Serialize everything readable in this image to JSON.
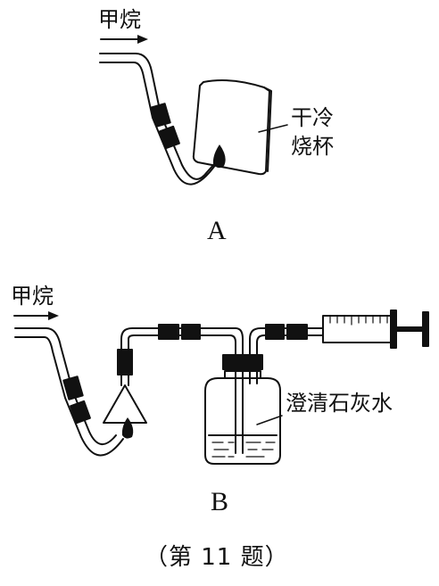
{
  "diagram_a": {
    "gas_label": "甲烷",
    "beaker_label_line1": "干冷",
    "beaker_label_line2": "烧杯",
    "panel_label": "A"
  },
  "diagram_b": {
    "gas_label": "甲烷",
    "bottle_label": "澄清石灰水",
    "panel_label": "B"
  },
  "caption": "（第 11 题）"
}
